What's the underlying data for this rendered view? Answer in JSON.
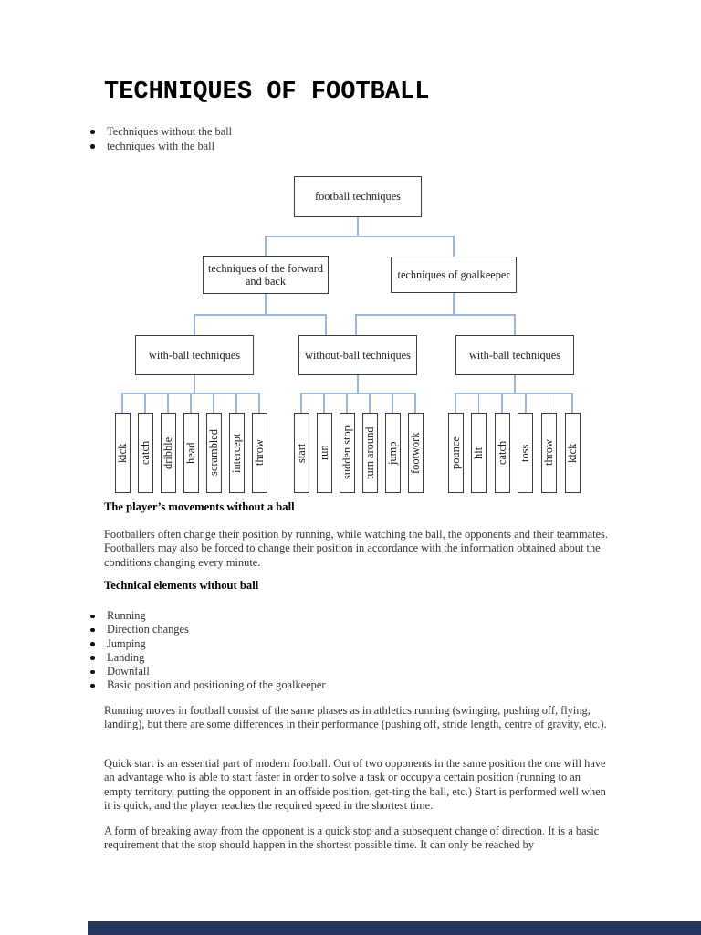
{
  "page": {
    "title": "TECHNIQUES OF FOOTBALL",
    "intro_bullets": [
      "Techniques without the ball",
      "techniques with the ball"
    ]
  },
  "diagram": {
    "root_label": "football techniques",
    "level2_labels": [
      "techniques of the forward and back",
      "techniques of goalkeeper"
    ],
    "level3_labels": [
      "with-ball techniques",
      "without-ball techniques",
      "with-ball techniques"
    ],
    "leaf_groups": [
      [
        "kick",
        "catch",
        "dribble",
        "head",
        "scrambled",
        "intercept",
        "throw"
      ],
      [
        "start",
        "run",
        "sudden stop",
        "turn around",
        "jump",
        "footwork"
      ],
      [
        "pounce",
        "hit",
        "catch",
        "toss",
        "throw",
        "kick"
      ]
    ],
    "connector_color": "#9ab6d9"
  },
  "body": {
    "heading1": "The player’s movements without a ball",
    "para1": "Footballers often change their position by running, while watching the ball, the opponents and their teammates. Footballers may also be forced to change their position in accordance with the information obtained about the conditions changing every minute.",
    "heading2": "Technical elements without ball",
    "bullets": [
      "Running",
      "Direction changes",
      "Jumping",
      "Landing",
      "Downfall",
      "Basic position and positioning of the goalkeeper"
    ],
    "para2": "Running moves in football consist of the same phases as in athletics running (swinging, pushing off, flying, landing), but there are some differences in their performance (pushing off, stride length, centre of gravity, etc.).",
    "para3": "Quick start is an essential part of modern football. Out of two opponents in the same position the one will have an advantage who is able to start faster in order to solve a task or occupy a certain position (running to an empty territory, putting the opponent in an offside position, get-ting the ball, etc.) Start is performed well when it is quick, and the player reaches the required speed in the shortest time.",
    "para4": "A form of breaking away from the opponent is a quick stop and a subsequent change of direction. It is a basic requirement that the stop should happen in the shortest possible time. It can only be reached by"
  }
}
